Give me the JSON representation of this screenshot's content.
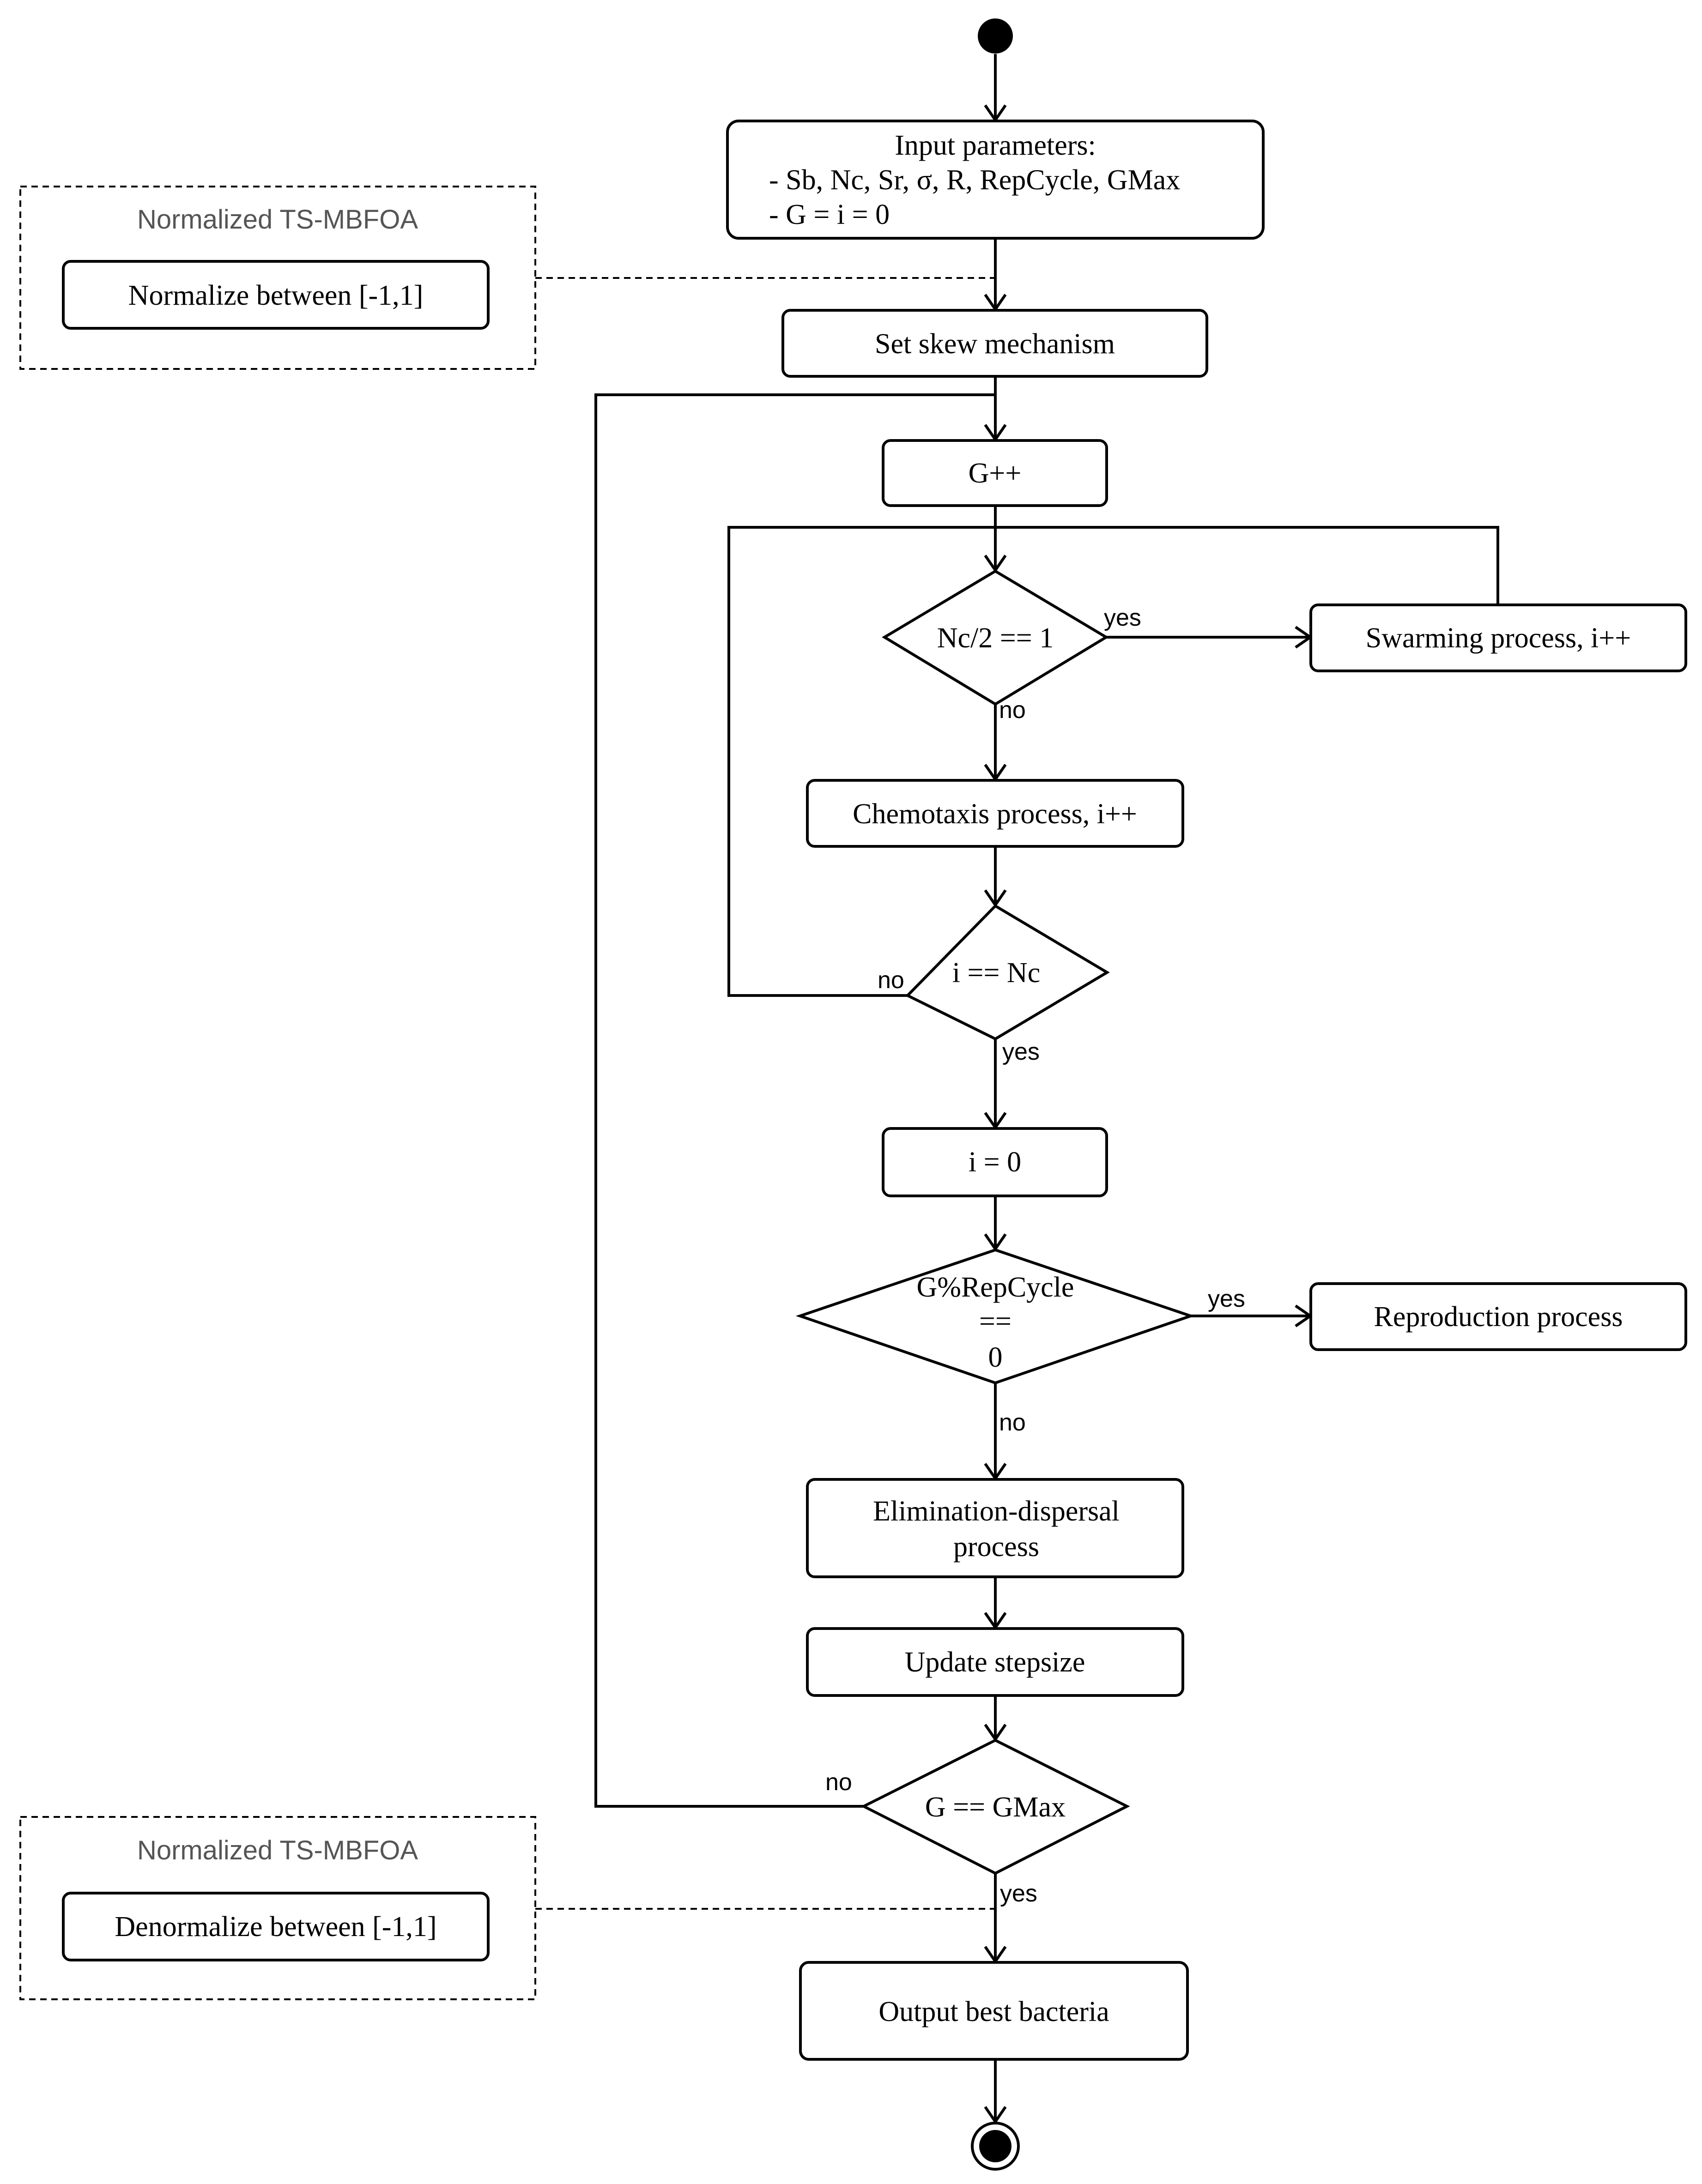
{
  "nodes": {
    "input_params": {
      "line1": "Input parameters:",
      "line2": "- Sb, Nc, Sr, σ, R, RepCycle, GMax",
      "line3": "- G = i = 0"
    },
    "set_skew": "Set skew mechanism",
    "g_increment": "G++",
    "decision_nc": "Nc/2 == 1",
    "swarming": "Swarming process,  i++",
    "chemotaxis": "Chemotaxis process,  i++",
    "decision_i": "i == Nc",
    "reset_i": "i = 0",
    "decision_rep": {
      "line1": "G%RepCycle",
      "line2": "==",
      "line3": "0"
    },
    "reproduction": "Reproduction process",
    "elimination": {
      "line1": "Elimination-dispersal",
      "line2": "process"
    },
    "update_stepsize": "Update stepsize",
    "decision_gmax": "G == GMax",
    "output": "Output best bacteria"
  },
  "groups": {
    "top": {
      "title": "Normalized TS-MBFOA",
      "box": "Normalize between [-1,1]"
    },
    "bottom": {
      "title": "Normalized TS-MBFOA",
      "box": "Denormalize between [-1,1]"
    }
  },
  "edge_labels": {
    "nc_yes": "yes",
    "nc_no": "no",
    "i_no": "no",
    "i_yes": "yes",
    "rep_yes": "yes",
    "rep_no": "no",
    "gmax_no": "no",
    "gmax_yes": "yes"
  }
}
